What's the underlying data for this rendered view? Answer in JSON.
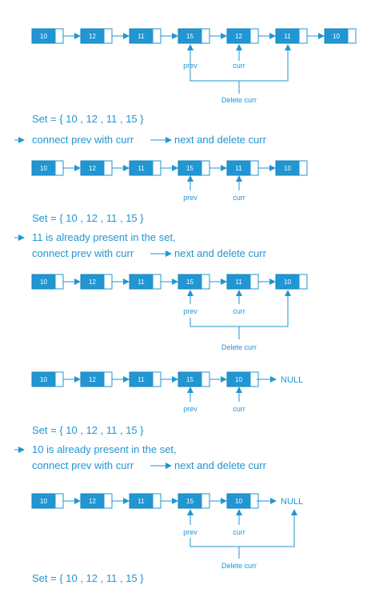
{
  "colors": {
    "accent": "#2196d3",
    "node_border": "#1784be",
    "background": "#ffffff"
  },
  "labels": {
    "prev": "prev",
    "curr": "curr",
    "delete_curr": "Delete curr",
    "null": "NULL",
    "set_text": "Set  =  {  10 , 12 , 11 , 15  }",
    "step1_line1": "connect prev with curr",
    "step1_line1_tail": "next and delete curr",
    "step2_line1": "11 is already present in the set,",
    "step2_line2": "connect prev with curr",
    "step2_line2_tail": "next and delete curr",
    "step3_line1": "10 is already present in the set,",
    "step3_line2": "connect prev with curr",
    "step3_line2_tail": "next and delete curr"
  },
  "lists": [
    {
      "values": [
        "10",
        "12",
        "11",
        "15",
        "12",
        "11",
        "10"
      ]
    },
    {
      "values": [
        "10",
        "12",
        "11",
        "15",
        "11",
        "10"
      ]
    },
    {
      "values": [
        "10",
        "12",
        "11",
        "15",
        "11",
        "10"
      ]
    },
    {
      "values": [
        "10",
        "12",
        "11",
        "15",
        "10"
      ]
    },
    {
      "values": [
        "10",
        "12",
        "11",
        "15",
        "10"
      ]
    }
  ]
}
